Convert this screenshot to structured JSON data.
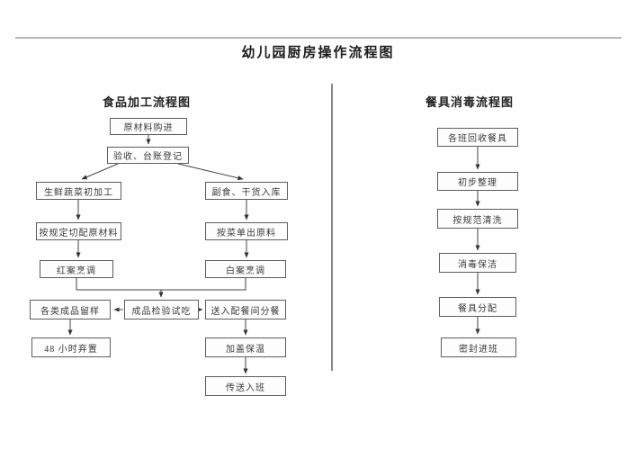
{
  "title": "幼儿园厨房操作流程图",
  "left_section": {
    "header": "食品加工流程图",
    "nodes": {
      "purchase": "原材料购进",
      "acceptance": "验收、台账登记",
      "fresh_veg": "生鲜蔬菜初加工",
      "dry_goods": "副食、干货入库",
      "cutting": "按规定切配原材料",
      "menu_issue": "按菜单出原料",
      "red_cooking": "红案烹调",
      "white_cooking": "白案烹调",
      "samples": "各类成品留样",
      "testing": "成品检验试吃",
      "serving": "送入配餐间分餐",
      "discard": "48 小时弃置",
      "keep_warm": "加盖保温",
      "deliver": "传送入班"
    }
  },
  "right_section": {
    "header": "餐具消毒流程图",
    "nodes": {
      "collect": "各班回收餐具",
      "tidy": "初步整理",
      "wash": "按规范清洗",
      "disinfect": "消毒保洁",
      "distribute": "餐具分配",
      "seal": "密封进班"
    }
  }
}
